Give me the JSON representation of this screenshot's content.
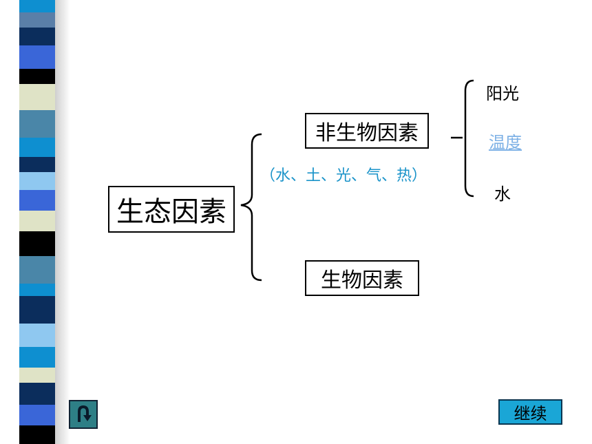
{
  "diagram": {
    "root": "生态因素",
    "abiotic": "非生物因素",
    "abiotic_examples": "（水、土、光、气、热）",
    "biotic": "生物因素",
    "abiotic_children": [
      "阳光",
      "温度",
      "水"
    ]
  },
  "controls": {
    "back_icon": "u-turn-arrow-icon",
    "continue_label": "继续"
  },
  "colors": {
    "examples_text": "#1a93c9",
    "link_text": "#7fb2e6",
    "continue_button": "#1aa6d6",
    "back_button": "#2e7f86"
  }
}
